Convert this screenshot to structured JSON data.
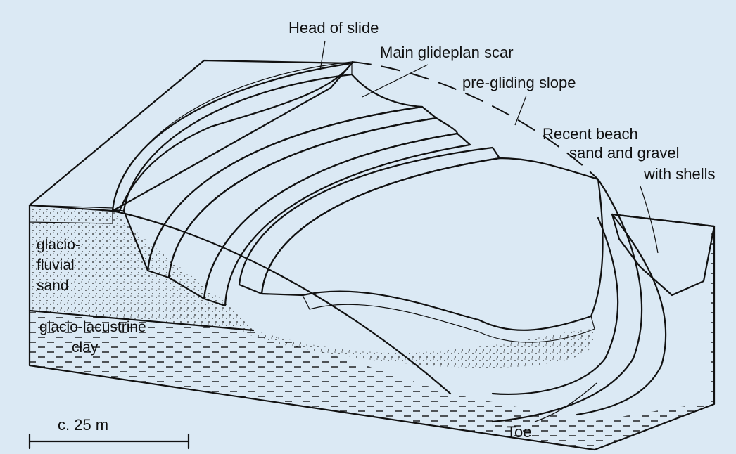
{
  "labels": {
    "head_of_slide": "Head of slide",
    "main_glideplan_scar": "Main glideplan scar",
    "pre_gliding_slope": "pre-gliding slope",
    "recent_beach_1": "Recent beach",
    "recent_beach_2": "sand and gravel",
    "recent_beach_3": "with shells",
    "glaciofluvial_1": "glacio-",
    "glaciofluvial_2": "fluvial",
    "glaciofluvial_3": "sand",
    "glaciolacustrine_1": "glacio-lacustrine",
    "glaciolacustrine_2": "clay",
    "toe": "Toe",
    "scale": "c. 25 m"
  },
  "colors": {
    "background": "#dbe9f4",
    "ink": "#111111",
    "surface": "#eef5fa"
  }
}
